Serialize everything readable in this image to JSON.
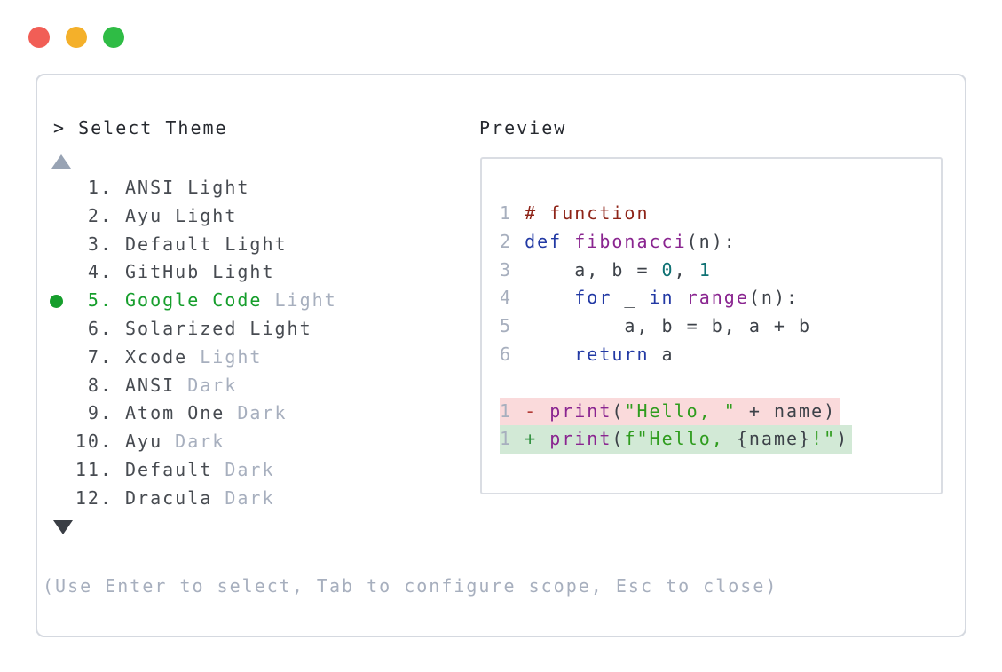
{
  "window": {
    "controls": [
      {
        "name": "close",
        "color": "#f15e56"
      },
      {
        "name": "minimize",
        "color": "#f4b02a"
      },
      {
        "name": "zoom",
        "color": "#2fbc45"
      }
    ]
  },
  "theme_picker": {
    "prompt": "> Select Theme",
    "items": [
      {
        "num": "1.",
        "name": "ANSI",
        "variant": " Light",
        "variant_muted": false,
        "selected": false
      },
      {
        "num": "2.",
        "name": "Ayu",
        "variant": " Light",
        "variant_muted": false,
        "selected": false
      },
      {
        "num": "3.",
        "name": "Default",
        "variant": " Light",
        "variant_muted": false,
        "selected": false
      },
      {
        "num": "4.",
        "name": "GitHub",
        "variant": " Light",
        "variant_muted": false,
        "selected": false
      },
      {
        "num": "5.",
        "name": "Google Code",
        "variant": " Light",
        "variant_muted": true,
        "selected": true
      },
      {
        "num": "6.",
        "name": "Solarized",
        "variant": " Light",
        "variant_muted": false,
        "selected": false
      },
      {
        "num": "7.",
        "name": "Xcode",
        "variant": " Light",
        "variant_muted": true,
        "selected": false
      },
      {
        "num": "8.",
        "name": "ANSI",
        "variant": " Dark",
        "variant_muted": true,
        "selected": false
      },
      {
        "num": "9.",
        "name": "Atom One",
        "variant": " Dark",
        "variant_muted": true,
        "selected": false
      },
      {
        "num": "10.",
        "name": "Ayu",
        "variant": " Dark",
        "variant_muted": true,
        "selected": false
      },
      {
        "num": "11.",
        "name": "Default",
        "variant": " Dark",
        "variant_muted": true,
        "selected": false
      },
      {
        "num": "12.",
        "name": "Dracula",
        "variant": " Dark",
        "variant_muted": true,
        "selected": false
      }
    ],
    "help": "(Use Enter to select, Tab to configure scope, Esc to close)"
  },
  "preview": {
    "label": "Preview",
    "code_lines": [
      {
        "num": "1",
        "segments": [
          {
            "c": "comment",
            "t": "# function"
          }
        ]
      },
      {
        "num": "2",
        "segments": [
          {
            "c": "keyword",
            "t": "def"
          },
          {
            "c": "plain",
            "t": " "
          },
          {
            "c": "type",
            "t": "fibonacci"
          },
          {
            "c": "plain",
            "t": "(n):"
          }
        ]
      },
      {
        "num": "3",
        "segments": [
          {
            "c": "plain",
            "t": "    a, b = "
          },
          {
            "c": "literal",
            "t": "0"
          },
          {
            "c": "plain",
            "t": ", "
          },
          {
            "c": "literal",
            "t": "1"
          }
        ]
      },
      {
        "num": "4",
        "segments": [
          {
            "c": "plain",
            "t": "    "
          },
          {
            "c": "keyword",
            "t": "for"
          },
          {
            "c": "plain",
            "t": " _ "
          },
          {
            "c": "keyword",
            "t": "in"
          },
          {
            "c": "plain",
            "t": " "
          },
          {
            "c": "type",
            "t": "range"
          },
          {
            "c": "plain",
            "t": "(n):"
          }
        ]
      },
      {
        "num": "5",
        "segments": [
          {
            "c": "plain",
            "t": "        a, b = b, a + b"
          }
        ]
      },
      {
        "num": "6",
        "segments": [
          {
            "c": "plain",
            "t": "    "
          },
          {
            "c": "keyword",
            "t": "return"
          },
          {
            "c": "plain",
            "t": " a"
          }
        ]
      }
    ],
    "diff_lines": [
      {
        "num": "1",
        "sign": "-",
        "kind": "removed",
        "segments": [
          {
            "c": "type",
            "t": "print"
          },
          {
            "c": "plain",
            "t": "("
          },
          {
            "c": "string",
            "t": "\"Hello, \""
          },
          {
            "c": "plain",
            "t": " + name)"
          }
        ]
      },
      {
        "num": "1",
        "sign": "+",
        "kind": "added",
        "segments": [
          {
            "c": "type",
            "t": "print"
          },
          {
            "c": "plain",
            "t": "("
          },
          {
            "c": "string",
            "t": "f\"Hello, "
          },
          {
            "c": "plain",
            "t": "{name}"
          },
          {
            "c": "string",
            "t": "!\""
          },
          {
            "c": "plain",
            "t": ")"
          }
        ]
      }
    ]
  },
  "colors": {
    "accent-green": "#169e2c",
    "muted": "#a7afbe",
    "text-dark": "#26292f",
    "list-text": "#474b51",
    "code-plain": "#3d4249",
    "comment": "#8e2418",
    "keyword": "#2239a4",
    "type": "#8a2590",
    "literal": "#0e7173",
    "string": "#2f9c1e",
    "diff-removed-bg": "#fadadb",
    "diff-added-bg": "#d2e9d6",
    "diff-minus": "#b23b36",
    "diff-plus": "#2e8f3d",
    "traffic-red": "#f15e56",
    "traffic-yellow": "#f4b02a",
    "traffic-green": "#2fbc45",
    "border": "#d5d9e0"
  }
}
